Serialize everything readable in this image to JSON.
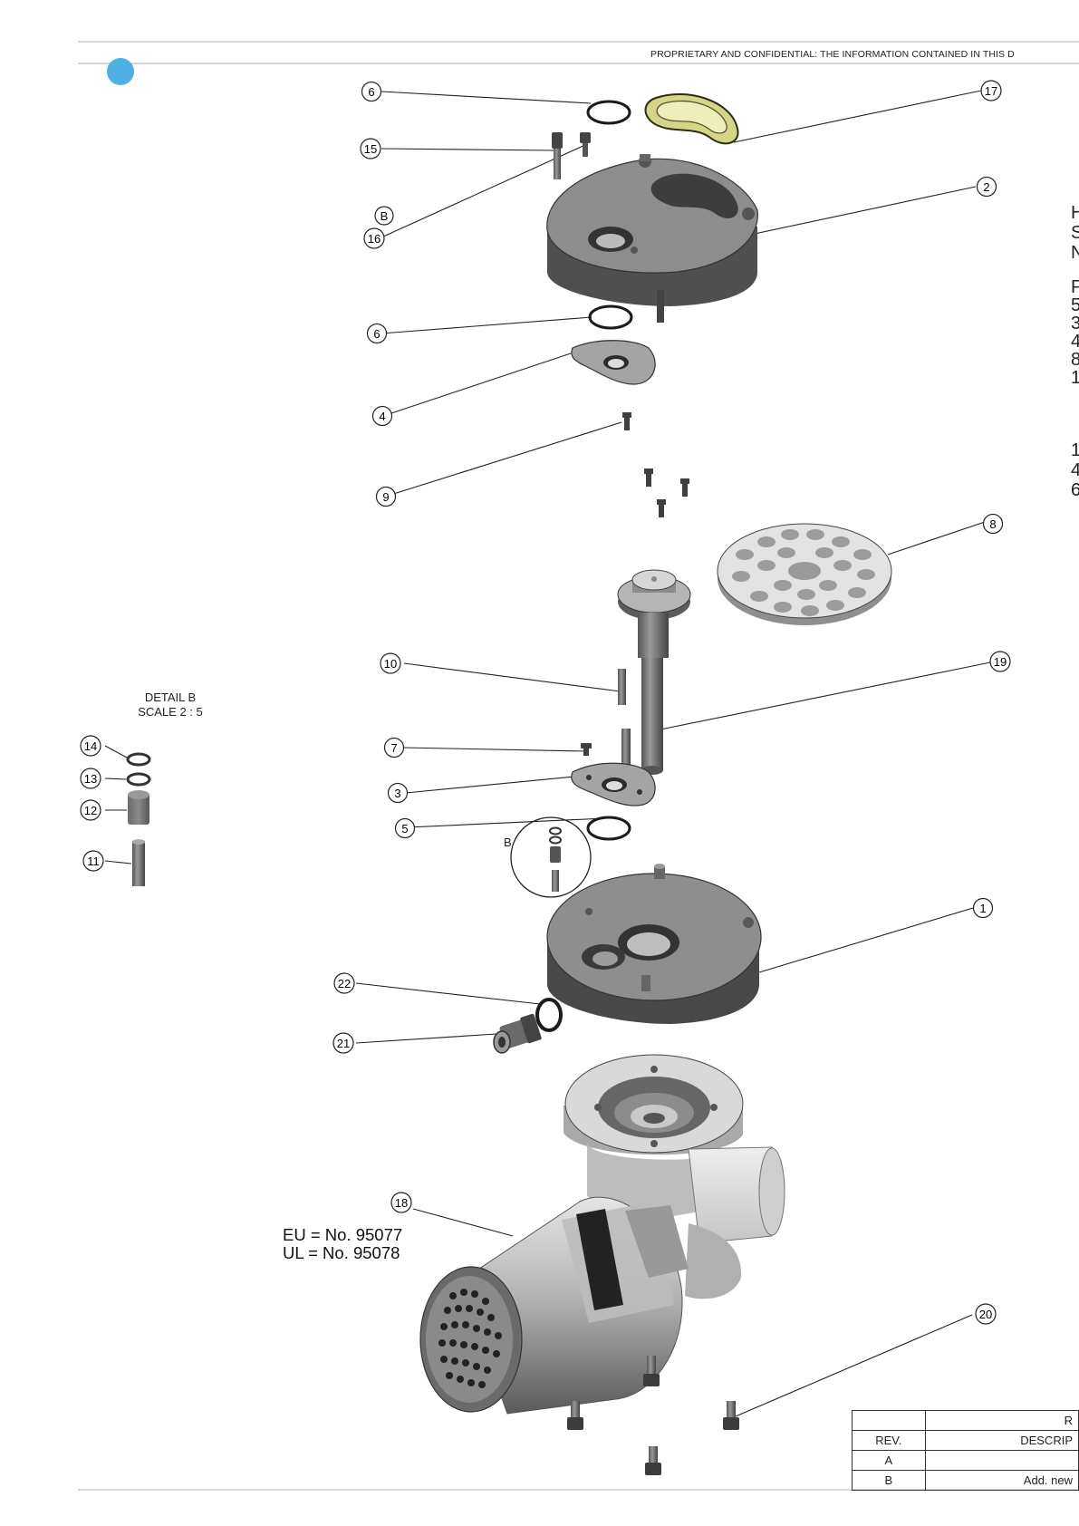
{
  "header": {
    "confidential_notice": "PROPRIETARY AND CONFIDENTIAL: THE INFORMATION CONTAINED IN THIS D"
  },
  "colors": {
    "accent_dot": "#4fb0e3",
    "gasket_yellow": "#d6d488",
    "metal_dark": "#6f6f6f",
    "metal_mid": "#a9a9a9",
    "metal_light": "#dcdcdc"
  },
  "balloons": {
    "b6_top": "6",
    "b17": "17",
    "b15": "15",
    "b16_letter": "B",
    "b16": "16",
    "b2": "2",
    "b6_mid": "6",
    "b4": "4",
    "b9": "9",
    "b8": "8",
    "b10": "10",
    "b19": "19",
    "b7": "7",
    "b3": "3",
    "b5": "5",
    "b1": "1",
    "b22": "22",
    "b21": "21",
    "b18": "18",
    "b20": "20",
    "b14": "14",
    "b13": "13",
    "b12": "12",
    "b11": "11"
  },
  "detail": {
    "title": "DETAIL B",
    "scale": "SCALE 2 : 5",
    "callout_letter": "B"
  },
  "motor_note": {
    "eu": "EU = No. 95077",
    "ul": "UL = No. 95078"
  },
  "rev_table": {
    "col_rev": "REV.",
    "col_desc": "DESCRIP",
    "rows": [
      {
        "rev": "A",
        "desc": ""
      },
      {
        "rev": "B",
        "desc": "Add. new"
      }
    ],
    "top_fragment": "R"
  },
  "edge_text": [
    "H",
    "S",
    "N",
    "P",
    "5",
    "3",
    "4",
    "8",
    "1",
    "1",
    "4",
    "6"
  ]
}
